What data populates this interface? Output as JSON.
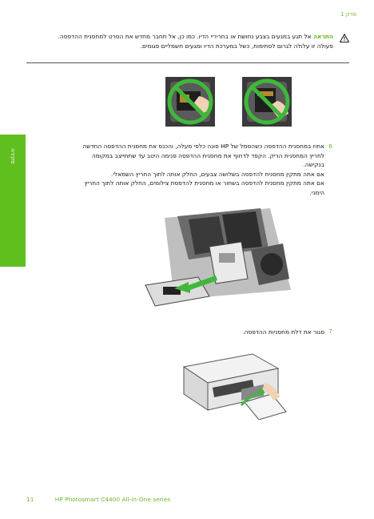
{
  "header": {
    "chapter": "פרק 1"
  },
  "warning": {
    "label": "התראה",
    "text": "אל תגע במגעים בצבע נחושת או בחריריי הדיו. כמו כן, אל תחבר מחדש את הסרט למחסנית ההדפסה. פעולה זו עלולה לגרום לסתימות, כשל במערכת הדיו ומגעים חשמליים פגומים.",
    "icon": "warning-triangle-icon"
  },
  "prohibited_images": [
    {
      "icon": "no-touch-contacts-icon"
    },
    {
      "icon": "no-touch-nozzles-icon"
    }
  ],
  "side_tab": {
    "label": "סקירה"
  },
  "steps": [
    {
      "number": "6",
      "paragraphs": [
        "אחוז במחסנית ההדפסה כשהסמל של HP פונה כלפי מעלה, והכנס את מחסנית ההדפסה החדשה לחריץ המחסנית הריק. הקפד לדחוף את מחסנית ההדפסה פנימה היטב עד שתתייצב במקומה בנקישה.",
        "אם אתה מתקין מחסנית להדפסה בשלושה צבעים, החלק אותה לתוך החריץ השמאלי.",
        "אם אתה מתקין מחסנית להדפסה בשחור או מחסנית להדפסת צילומים, החלק אותה לתוך החריץ הימני."
      ]
    },
    {
      "number": "7",
      "paragraphs": [
        "סגור את דלת מחסניות ההדפסה."
      ]
    }
  ],
  "footer": {
    "page_number": "11",
    "product": "HP Photosmart C4400 All-in-One series"
  },
  "colors": {
    "accent": "#5fbf1f",
    "heading_green": "#6bb82a"
  }
}
